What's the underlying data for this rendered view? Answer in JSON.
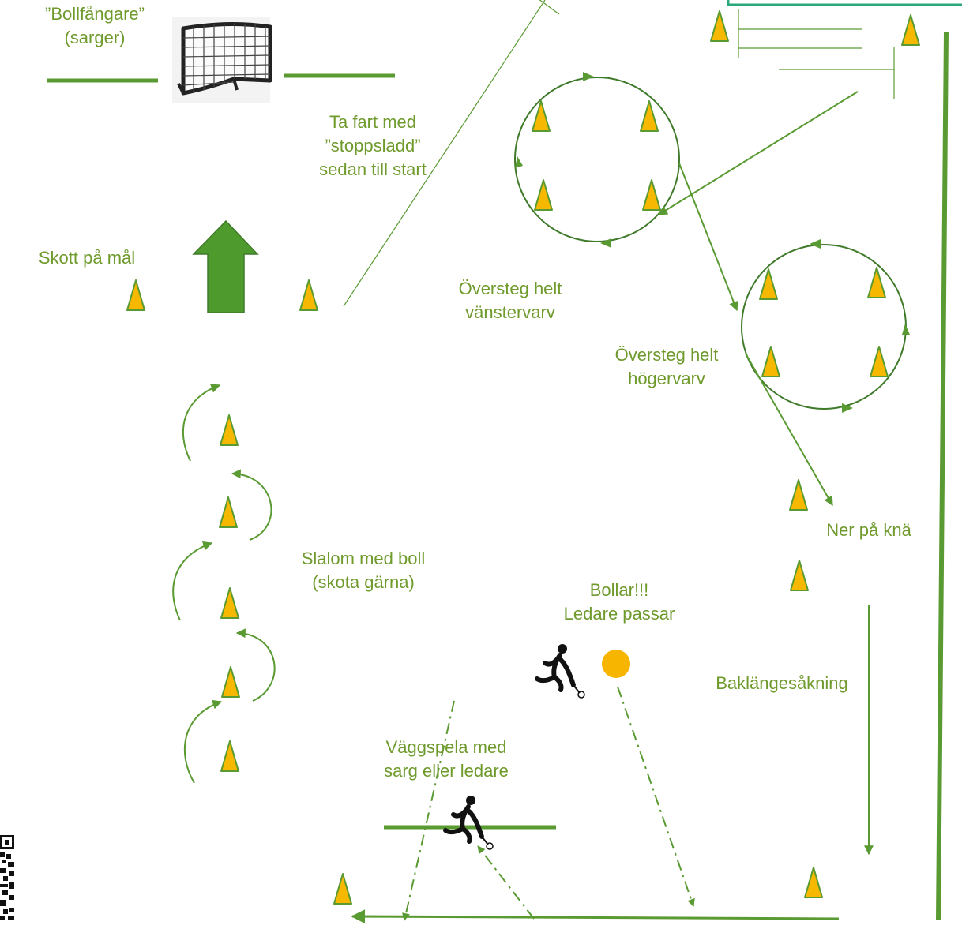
{
  "labels": {
    "ball_catcher": [
      "”Bollfångare”",
      "(sarger)"
    ],
    "speed_stop": [
      "Ta fart med",
      "”stoppsladd”",
      "sedan till start"
    ],
    "shot_on_goal": "Skott på mål",
    "crossover_left": [
      "Översteg helt",
      "vänstervarv"
    ],
    "crossover_right": [
      "Översteg helt",
      "högervarv"
    ],
    "knee_down": "Ner på knä",
    "slalom": [
      "Slalom med boll",
      "(skota gärna)"
    ],
    "balls_leader": [
      "Bollar!!!",
      "Ledare passar"
    ],
    "backward_skating": "Baklängesåkning",
    "wall_pass": [
      "Väggspela med",
      "sarg eller ledare"
    ]
  },
  "colors": {
    "text": "#6f9a2c",
    "line": "#5a9a32",
    "circle": "#3f7a2a",
    "cone_fill": "#f6b800",
    "cone_stroke": "#5a9a32",
    "ball": "#f7b500",
    "arrow_big": "#4e9a2c",
    "teal_box": "#2aa879"
  },
  "icons": [
    "goal-net-icon",
    "floorball-player-icon",
    "ball-icon",
    "cone-icon",
    "qr-code-icon",
    "big-up-arrow-icon"
  ]
}
